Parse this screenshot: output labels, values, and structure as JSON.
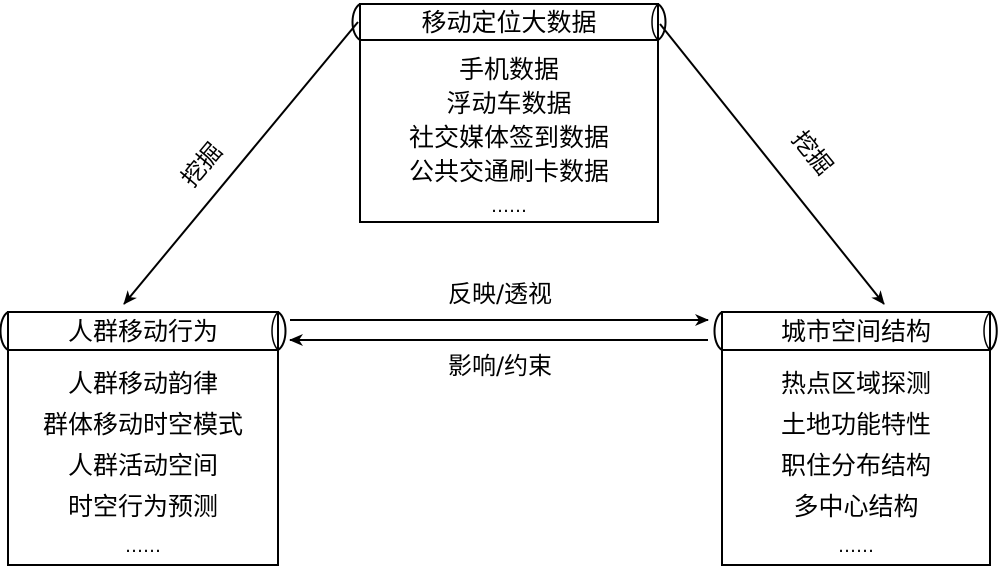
{
  "top_box": {
    "title": "移动定位大数据",
    "items": [
      "手机数据",
      "浮动车数据",
      "社交媒体签到数据",
      "公共交通刷卡数据",
      "……"
    ]
  },
  "left_box": {
    "title": "人群移动行为",
    "items": [
      "人群移动韵律",
      "群体移动时空模式",
      "人群活动空间",
      "时空行为预测",
      "……"
    ]
  },
  "right_box": {
    "title": "城市空间结构",
    "items": [
      "热点区域探测",
      "土地功能特性",
      "职住分布结构",
      "多中心结构",
      "……"
    ]
  },
  "edges": {
    "left_mining": "挖掘",
    "right_mining": "挖掘",
    "forward": "反映/透视",
    "backward": "影响/约束"
  }
}
